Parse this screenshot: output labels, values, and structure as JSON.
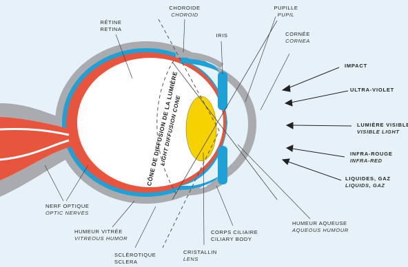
{
  "colors": {
    "background": "#e6f1fa",
    "sclera": "#a9abae",
    "choroid": "#1ea1d6",
    "retina": "#e8553e",
    "lens": "#f5d200",
    "vitreous": "#ffffff",
    "line": "#333333"
  },
  "labels": {
    "retine": {
      "fr": "RÉTINE",
      "en": "RETINA"
    },
    "choroide": {
      "fr": "CHOROIDE",
      "en": "CHOROID"
    },
    "iris": {
      "fr": "IRIS",
      "en": ""
    },
    "pupille": {
      "fr": "PUPILLE",
      "en": "PUPIL"
    },
    "cornee": {
      "fr": "CORNÉE",
      "en": "CORNEA"
    },
    "nerf": {
      "fr": "NERF OPTIQUE",
      "en": "OPTIC NERVES"
    },
    "humeur_vitree": {
      "fr": "HUMEUR VITRÉE",
      "en": "VITREOUS HUMOR"
    },
    "sclerotique": {
      "fr": "SCLÉROTIQUE",
      "en": "SCLERA"
    },
    "cristallin": {
      "fr": "CRISTALLIN",
      "en": "LENS"
    },
    "corps_ciliaire": {
      "fr": "CORPS CILIAIRE",
      "en": "CILIARY BODY"
    },
    "humeur_aqueuse": {
      "fr": "HUMEUR AQUEUSE",
      "en": "AQUEOUS HUMOUR"
    }
  },
  "cone": {
    "fr": "CÔNE DE DIFFUSION DE LA LUMIÈRE",
    "en": "LIGHT DIFFUSION CONE"
  },
  "hazards": [
    {
      "fr": "IMPACT",
      "en": ""
    },
    {
      "fr": "ULTRA-VIOLET",
      "en": ""
    },
    {
      "fr": "LUMIÈRE VISIBLE",
      "en": "VISIBLE LIGHT"
    },
    {
      "fr": "INFRA-ROUGE",
      "en": "INFRA-RED"
    },
    {
      "fr": "LIQUIDES, GAZ",
      "en": "LIQUIDS, GAZ"
    }
  ]
}
